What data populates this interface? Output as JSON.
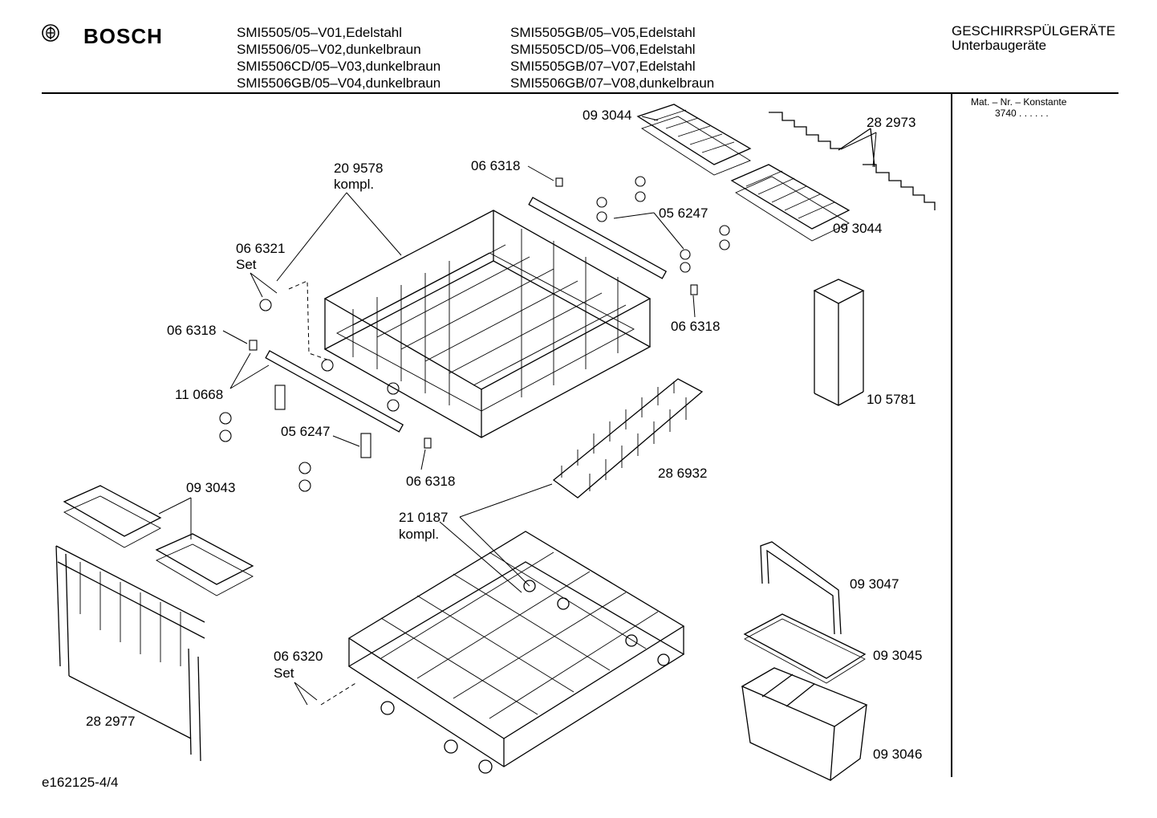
{
  "header": {
    "brand": "BOSCH",
    "models_col1": [
      "SMI5505/05–V01,Edelstahl",
      "SMI5506/05–V02,dunkelbraun",
      "SMI5506CD/05–V03,dunkelbraun",
      "SMI5506GB/05–V04,dunkelbraun"
    ],
    "models_col2": [
      "SMI5505GB/05–V05,Edelstahl",
      "SMI5505CD/05–V06,Edelstahl",
      "SMI5505GB/07–V07,Edelstahl",
      "SMI5506GB/07–V08,dunkelbraun"
    ],
    "category": "GESCHIRRSPÜLGERÄTE",
    "subcategory": "Unterbaugeräte"
  },
  "sidebar": {
    "mat_label": "Mat. – Nr. – Konstante",
    "mat_value": "3740 . . . . . ."
  },
  "parts": {
    "p093044a": "09 3044",
    "p282973": "28 2973",
    "p066318a": "06 6318",
    "p209578": "20 9578",
    "kompl1": "kompl.",
    "p056247a": "05 6247",
    "p093044b": "09 3044",
    "p066321": "06 6321",
    "set1": "Set",
    "p066318b": "06 6318",
    "p066318c": "06 6318",
    "p110668": "11 0668",
    "p105781": "10 5781",
    "p056247b": "05 6247",
    "p066318d": "06 6318",
    "p286932": "28 6932",
    "p093043": "09 3043",
    "p210187": "21 0187",
    "kompl2": "kompl.",
    "p093047": "09 3047",
    "p066320": "06 6320",
    "set2": "Set",
    "p093045": "09 3045",
    "p282977": "28 2977",
    "p093046": "09 3046"
  },
  "footer": {
    "code": "e162125-4/4"
  }
}
